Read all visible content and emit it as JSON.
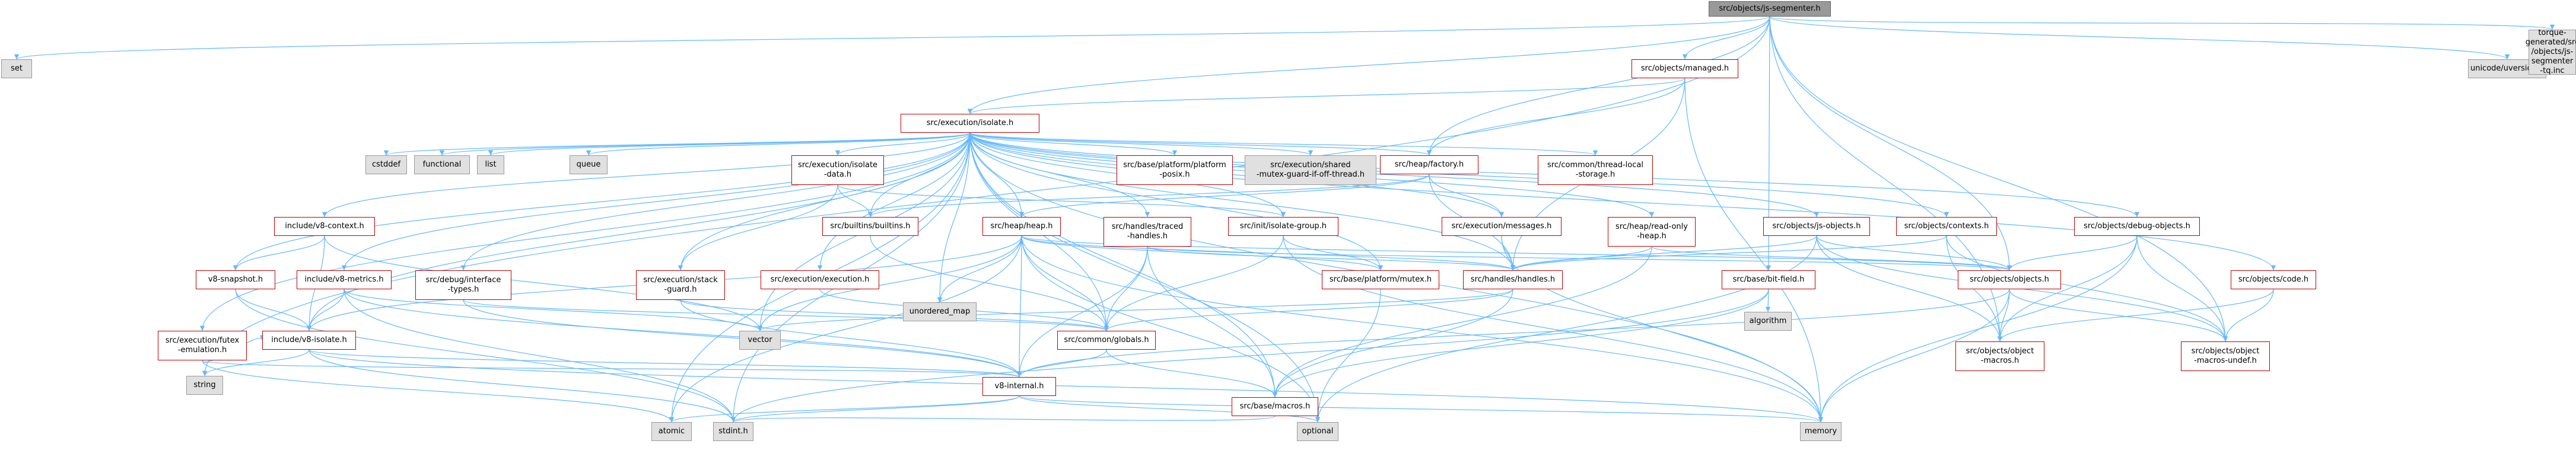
{
  "graph": {
    "title": "",
    "colors": {
      "edge": "#63b8ff",
      "doc_border": "#bf0000",
      "ext_fill": "#e0e0e0",
      "ext_border": "#999999",
      "root_fill": "#999999"
    },
    "nodes": [
      {
        "id": "root",
        "label": "src/objects/js-segmenter.h",
        "kind": "root"
      },
      {
        "id": "set",
        "label": "set",
        "kind": "ext"
      },
      {
        "id": "unicode_uversion",
        "label": "unicode/uversion.h",
        "kind": "ext"
      },
      {
        "id": "torque_gen",
        "label": "torque-generated/src\n/objects/js-segmenter\n-tq.inc",
        "kind": "ext"
      },
      {
        "id": "objects_managed",
        "label": "src/objects/managed.h",
        "kind": "doc"
      },
      {
        "id": "execution_isolate",
        "label": "src/execution/isolate.h",
        "kind": "doc"
      },
      {
        "id": "cstddef",
        "label": "cstddef",
        "kind": "ext"
      },
      {
        "id": "functional",
        "label": "functional",
        "kind": "ext"
      },
      {
        "id": "list",
        "label": "list",
        "kind": "ext"
      },
      {
        "id": "queue",
        "label": "queue",
        "kind": "ext"
      },
      {
        "id": "isolate_data",
        "label": "src/execution/isolate\n-data.h",
        "kind": "doc"
      },
      {
        "id": "platform_posix",
        "label": "src/base/platform/platform\n-posix.h",
        "kind": "doc"
      },
      {
        "id": "shared_mutex",
        "label": "src/execution/shared\n-mutex-guard-if-off-thread.h",
        "kind": "ext"
      },
      {
        "id": "heap_factory",
        "label": "src/heap/factory.h",
        "kind": "doc"
      },
      {
        "id": "thread_local_storage",
        "label": "src/common/thread-local\n-storage.h",
        "kind": "doc"
      },
      {
        "id": "include_v8_context",
        "label": "include/v8-context.h",
        "kind": "doc"
      },
      {
        "id": "builtins",
        "label": "src/builtins/builtins.h",
        "kind": "doc"
      },
      {
        "id": "heap_heap",
        "label": "src/heap/heap.h",
        "kind": "doc"
      },
      {
        "id": "traced_handles",
        "label": "src/handles/traced\n-handles.h",
        "kind": "doc"
      },
      {
        "id": "isolate_group",
        "label": "src/init/isolate-group.h",
        "kind": "doc"
      },
      {
        "id": "execution_messages",
        "label": "src/execution/messages.h",
        "kind": "doc"
      },
      {
        "id": "read_only_heap",
        "label": "src/heap/read-only\n-heap.h",
        "kind": "doc"
      },
      {
        "id": "js_objects",
        "label": "src/objects/js-objects.h",
        "kind": "doc"
      },
      {
        "id": "objects_contexts",
        "label": "src/objects/contexts.h",
        "kind": "doc"
      },
      {
        "id": "debug_objects",
        "label": "src/objects/debug-objects.h",
        "kind": "doc"
      },
      {
        "id": "v8_snapshot",
        "label": "v8-snapshot.h",
        "kind": "doc"
      },
      {
        "id": "v8_metrics",
        "label": "include/v8-metrics.h",
        "kind": "doc"
      },
      {
        "id": "debug_interface",
        "label": "src/debug/interface\n-types.h",
        "kind": "doc"
      },
      {
        "id": "stack_guard",
        "label": "src/execution/stack\n-guard.h",
        "kind": "doc"
      },
      {
        "id": "execution_execution",
        "label": "src/execution/execution.h",
        "kind": "doc"
      },
      {
        "id": "unordered_map",
        "label": "unordered_map",
        "kind": "ext"
      },
      {
        "id": "platform_mutex",
        "label": "src/base/platform/mutex.h",
        "kind": "doc"
      },
      {
        "id": "handles_handles",
        "label": "src/handles/handles.h",
        "kind": "doc"
      },
      {
        "id": "base_bit_field",
        "label": "src/base/bit-field.h",
        "kind": "doc"
      },
      {
        "id": "objects_objects",
        "label": "src/objects/objects.h",
        "kind": "doc"
      },
      {
        "id": "objects_code",
        "label": "src/objects/code.h",
        "kind": "doc"
      },
      {
        "id": "futex",
        "label": "src/execution/futex\n-emulation.h",
        "kind": "doc"
      },
      {
        "id": "include_v8_isolate",
        "label": "include/v8-isolate.h",
        "kind": "doc"
      },
      {
        "id": "vector",
        "label": "vector",
        "kind": "ext"
      },
      {
        "id": "common_globals",
        "label": "src/common/globals.h",
        "kind": "doc"
      },
      {
        "id": "algorithm",
        "label": "algorithm",
        "kind": "ext"
      },
      {
        "id": "object_macros",
        "label": "src/objects/object\n-macros.h",
        "kind": "doc"
      },
      {
        "id": "object_macros_undef",
        "label": "src/objects/object\n-macros-undef.h",
        "kind": "doc"
      },
      {
        "id": "string",
        "label": "string",
        "kind": "ext"
      },
      {
        "id": "v8_internal",
        "label": "v8-internal.h",
        "kind": "doc"
      },
      {
        "id": "base_macros",
        "label": "src/base/macros.h",
        "kind": "doc"
      },
      {
        "id": "atomic",
        "label": "atomic",
        "kind": "ext"
      },
      {
        "id": "stdint",
        "label": "stdint.h",
        "kind": "ext"
      },
      {
        "id": "optional",
        "label": "optional",
        "kind": "ext"
      },
      {
        "id": "memory",
        "label": "memory",
        "kind": "ext"
      }
    ],
    "edges": [
      [
        "root",
        "set"
      ],
      [
        "root",
        "unicode_uversion"
      ],
      [
        "root",
        "torque_gen"
      ],
      [
        "root",
        "objects_managed"
      ],
      [
        "root",
        "execution_isolate"
      ],
      [
        "root",
        "heap_factory"
      ],
      [
        "root",
        "base_bit_field"
      ],
      [
        "root",
        "objects_objects"
      ],
      [
        "root",
        "object_macros"
      ],
      [
        "root",
        "object_macros_undef"
      ],
      [
        "root",
        "string"
      ],
      [
        "objects_managed",
        "execution_isolate"
      ],
      [
        "objects_managed",
        "heap_factory"
      ],
      [
        "objects_managed",
        "handles_handles"
      ],
      [
        "objects_managed",
        "memory"
      ],
      [
        "execution_isolate",
        "cstddef"
      ],
      [
        "execution_isolate",
        "functional"
      ],
      [
        "execution_isolate",
        "list"
      ],
      [
        "execution_isolate",
        "queue"
      ],
      [
        "execution_isolate",
        "isolate_data"
      ],
      [
        "execution_isolate",
        "platform_posix"
      ],
      [
        "execution_isolate",
        "shared_mutex"
      ],
      [
        "execution_isolate",
        "heap_factory"
      ],
      [
        "execution_isolate",
        "thread_local_storage"
      ],
      [
        "execution_isolate",
        "include_v8_context"
      ],
      [
        "execution_isolate",
        "builtins"
      ],
      [
        "execution_isolate",
        "heap_heap"
      ],
      [
        "execution_isolate",
        "traced_handles"
      ],
      [
        "execution_isolate",
        "isolate_group"
      ],
      [
        "execution_isolate",
        "execution_messages"
      ],
      [
        "execution_isolate",
        "read_only_heap"
      ],
      [
        "execution_isolate",
        "js_objects"
      ],
      [
        "execution_isolate",
        "objects_contexts"
      ],
      [
        "execution_isolate",
        "debug_objects"
      ],
      [
        "execution_isolate",
        "v8_snapshot"
      ],
      [
        "execution_isolate",
        "v8_metrics"
      ],
      [
        "execution_isolate",
        "debug_interface"
      ],
      [
        "execution_isolate",
        "stack_guard"
      ],
      [
        "execution_isolate",
        "execution_execution"
      ],
      [
        "execution_isolate",
        "unordered_map"
      ],
      [
        "execution_isolate",
        "platform_mutex"
      ],
      [
        "execution_isolate",
        "handles_handles"
      ],
      [
        "execution_isolate",
        "objects_code"
      ],
      [
        "execution_isolate",
        "futex"
      ],
      [
        "execution_isolate",
        "include_v8_isolate"
      ],
      [
        "execution_isolate",
        "vector"
      ],
      [
        "execution_isolate",
        "common_globals"
      ],
      [
        "execution_isolate",
        "base_macros"
      ],
      [
        "execution_isolate",
        "atomic"
      ],
      [
        "execution_isolate",
        "stdint"
      ],
      [
        "execution_isolate",
        "optional"
      ],
      [
        "execution_isolate",
        "memory"
      ],
      [
        "isolate_data",
        "builtins"
      ],
      [
        "isolate_data",
        "stack_guard"
      ],
      [
        "isolate_data",
        "isolate_group"
      ],
      [
        "heap_factory",
        "builtins"
      ],
      [
        "heap_factory",
        "heap_heap"
      ],
      [
        "heap_factory",
        "execution_messages"
      ],
      [
        "heap_factory",
        "handles_handles"
      ],
      [
        "include_v8_context",
        "v8_snapshot"
      ],
      [
        "include_v8_context",
        "include_v8_isolate"
      ],
      [
        "include_v8_context",
        "vector"
      ],
      [
        "builtins",
        "common_globals"
      ],
      [
        "heap_heap",
        "unordered_map"
      ],
      [
        "heap_heap",
        "platform_mutex"
      ],
      [
        "heap_heap",
        "handles_handles"
      ],
      [
        "heap_heap",
        "objects_objects"
      ],
      [
        "heap_heap",
        "include_v8_isolate"
      ],
      [
        "heap_heap",
        "vector"
      ],
      [
        "heap_heap",
        "common_globals"
      ],
      [
        "heap_heap",
        "v8_internal"
      ],
      [
        "heap_heap",
        "atomic"
      ],
      [
        "heap_heap",
        "optional"
      ],
      [
        "heap_heap",
        "memory"
      ],
      [
        "traced_handles",
        "handles_handles"
      ],
      [
        "traced_handles",
        "objects_objects"
      ],
      [
        "traced_handles",
        "common_globals"
      ],
      [
        "traced_handles",
        "v8_internal"
      ],
      [
        "traced_handles",
        "base_macros"
      ],
      [
        "isolate_group",
        "platform_mutex"
      ],
      [
        "isolate_group",
        "common_globals"
      ],
      [
        "isolate_group",
        "memory"
      ],
      [
        "execution_messages",
        "handles_handles"
      ],
      [
        "execution_messages",
        "memory"
      ],
      [
        "read_only_heap",
        "handles_handles"
      ],
      [
        "read_only_heap",
        "objects_objects"
      ],
      [
        "read_only_heap",
        "base_macros"
      ],
      [
        "js_objects",
        "handles_handles"
      ],
      [
        "js_objects",
        "objects_objects"
      ],
      [
        "js_objects",
        "object_macros"
      ],
      [
        "js_objects",
        "object_macros_undef"
      ],
      [
        "js_objects",
        "optional"
      ],
      [
        "objects_contexts",
        "handles_handles"
      ],
      [
        "objects_contexts",
        "object_macros"
      ],
      [
        "objects_contexts",
        "object_macros_undef"
      ],
      [
        "debug_objects",
        "objects_objects"
      ],
      [
        "debug_objects",
        "object_macros"
      ],
      [
        "debug_objects",
        "object_macros_undef"
      ],
      [
        "debug_objects",
        "memory"
      ],
      [
        "v8_snapshot",
        "include_v8_isolate"
      ],
      [
        "v8_snapshot",
        "stdint"
      ],
      [
        "v8_metrics",
        "include_v8_isolate"
      ],
      [
        "v8_metrics",
        "vector"
      ],
      [
        "v8_metrics",
        "v8_internal"
      ],
      [
        "v8_metrics",
        "stdint"
      ],
      [
        "debug_interface",
        "common_globals"
      ],
      [
        "debug_interface",
        "v8_internal"
      ],
      [
        "stack_guard",
        "common_globals"
      ],
      [
        "stack_guard",
        "v8_internal"
      ],
      [
        "execution_execution",
        "common_globals"
      ],
      [
        "platform_mutex",
        "optional"
      ],
      [
        "handles_handles",
        "vector"
      ],
      [
        "handles_handles",
        "common_globals"
      ],
      [
        "handles_handles",
        "base_macros"
      ],
      [
        "base_bit_field",
        "algorithm"
      ],
      [
        "base_bit_field",
        "base_macros"
      ],
      [
        "base_bit_field",
        "stdint"
      ],
      [
        "objects_objects",
        "object_macros"
      ],
      [
        "objects_objects",
        "object_macros_undef"
      ],
      [
        "objects_objects",
        "v8_internal"
      ],
      [
        "objects_objects",
        "memory"
      ],
      [
        "objects_code",
        "object_macros"
      ],
      [
        "objects_code",
        "object_macros_undef"
      ],
      [
        "futex",
        "include_v8_isolate"
      ],
      [
        "futex",
        "v8_internal"
      ],
      [
        "futex",
        "atomic"
      ],
      [
        "include_v8_isolate",
        "string"
      ],
      [
        "include_v8_isolate",
        "v8_internal"
      ],
      [
        "include_v8_isolate",
        "stdint"
      ],
      [
        "include_v8_isolate",
        "memory"
      ],
      [
        "common_globals",
        "v8_internal"
      ],
      [
        "common_globals",
        "base_macros"
      ],
      [
        "v8_internal",
        "atomic"
      ],
      [
        "v8_internal",
        "stdint"
      ],
      [
        "v8_internal",
        "optional"
      ],
      [
        "v8_internal",
        "memory"
      ],
      [
        "base_macros",
        "stdint"
      ]
    ]
  }
}
